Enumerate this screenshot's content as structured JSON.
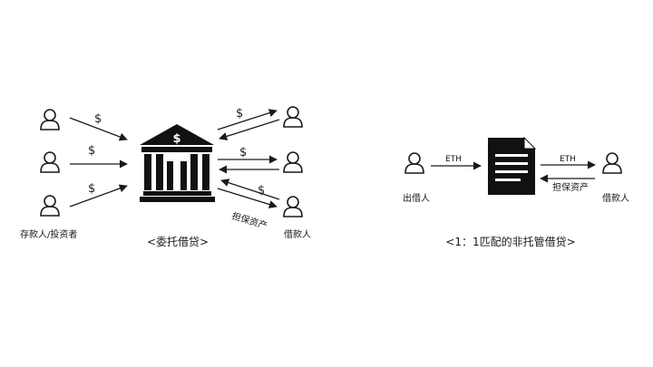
{
  "left": {
    "dollar": "$",
    "lender_label": "存款人/投资者",
    "borrower_label": "借款人",
    "collateral_label": "担保资产",
    "caption": "<委托借贷>"
  },
  "right": {
    "lender_label": "出借人",
    "borrower_label": "借款人",
    "eth_label": "ETH",
    "collateral_label": "担保资产",
    "caption": "<1：1匹配的非托管借贷>"
  }
}
